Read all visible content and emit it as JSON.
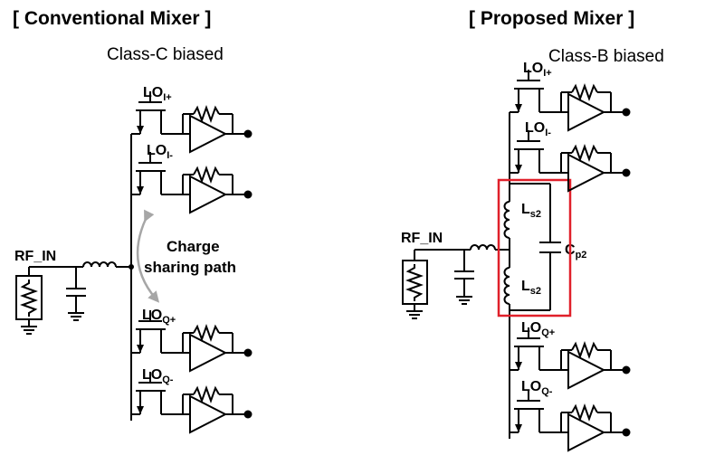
{
  "headers": {
    "conventional": "[ Conventional Mixer ]",
    "proposed": "[ Proposed Mixer ]"
  },
  "bias": {
    "conventional": "Class-C biased",
    "proposed": "Class-B biased"
  },
  "labels": {
    "rf_in": "RF_IN",
    "lo_main": "LO",
    "lo_i_plus": "I+",
    "lo_i_minus": "I-",
    "lo_q_plus": "Q+",
    "lo_q_minus": "Q-",
    "inductor_main": "L",
    "inductor_sub": "s2",
    "cap_main": "C",
    "cap_sub": "p2"
  },
  "annotation": {
    "line1": "Charge",
    "line2": "sharing path"
  },
  "colors": {
    "wire": "#000000",
    "highlight_box": "#e0202a",
    "arrow": "#a6a6a6",
    "background": "#ffffff"
  },
  "icons": [
    "resistor-icon",
    "inductor-icon",
    "capacitor-icon",
    "ground-icon",
    "transistor-icon",
    "buffer-icon",
    "feedback-resistor-icon",
    "output-node-icon"
  ]
}
